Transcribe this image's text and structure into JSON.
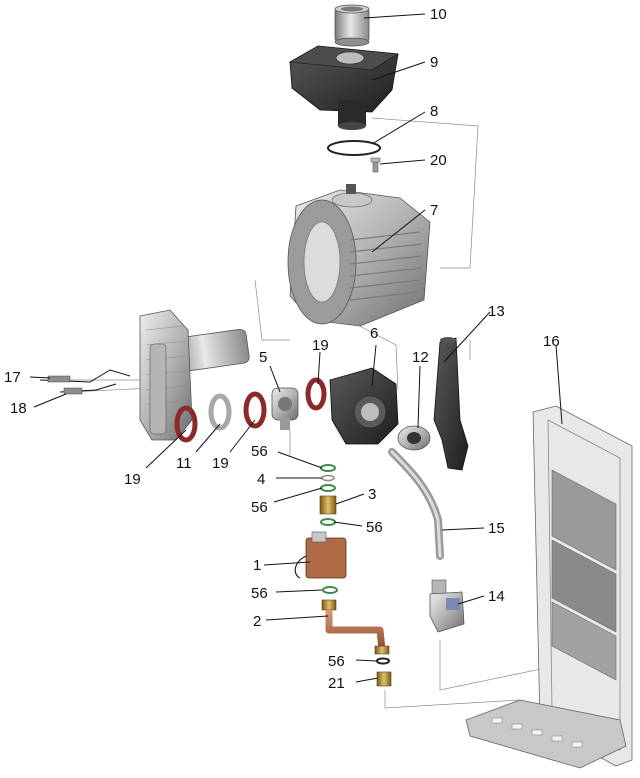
{
  "callouts": {
    "c10": "10",
    "c9": "9",
    "c8": "8",
    "c20": "20",
    "c7": "7",
    "c13": "13",
    "c16": "16",
    "c6": "6",
    "c19a": "19",
    "c5": "5",
    "c12": "12",
    "c17": "17",
    "c18": "18",
    "c19b": "19",
    "c11": "11",
    "c19c": "19",
    "c56a": "56",
    "c4": "4",
    "c56b": "56",
    "c3": "3",
    "c56c": "56",
    "c15": "15",
    "c1": "1",
    "c56d": "56",
    "c14": "14",
    "c2": "2",
    "c56e": "56",
    "c21": "21"
  },
  "colors": {
    "metal_light": "#d8d8d8",
    "metal_mid": "#a9a9a9",
    "metal_dark": "#6e6e6e",
    "black_part": "#2b2b2b",
    "gasket_red": "#8a2a2a",
    "brass": "#b5892e",
    "copper": "#b06a45",
    "green_oring": "#3a8a4a"
  }
}
